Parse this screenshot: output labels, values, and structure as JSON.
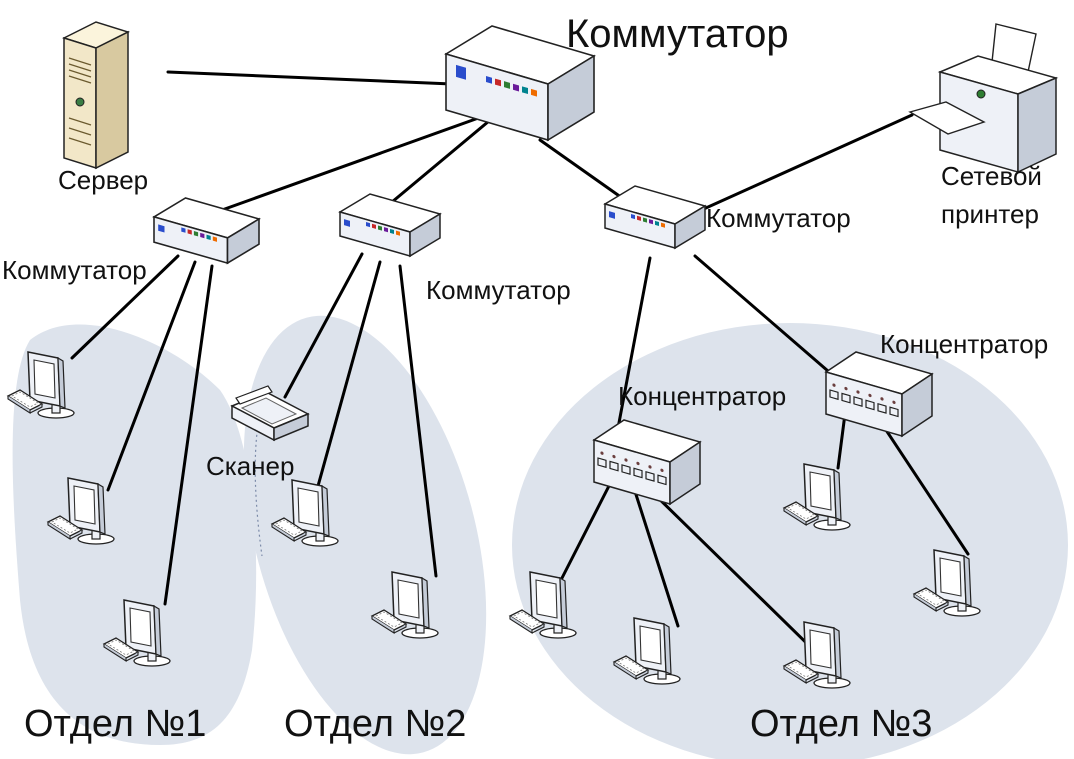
{
  "labels": {
    "main_switch": "Коммутатор",
    "server": "Сервер",
    "network_printer_line1": "Сетевой",
    "network_printer_line2": "принтер",
    "switch_left": "Коммутатор",
    "switch_middle": "Коммутатор",
    "switch_right": "Коммутатор",
    "hub_left": "Концентратор",
    "hub_right": "Концентратор",
    "scanner": "Сканер",
    "department1": "Отдел №1",
    "department2": "Отдел №2",
    "department3": "Отдел №3"
  },
  "colors": {
    "department_area": "#dde3ec",
    "cable": "#000000",
    "device_body": "#eef1f7",
    "device_side": "#c5ccd8",
    "server_body": "#f2e7c8",
    "screen": "#ffffff",
    "port_led_colors": [
      "#2a4dcc",
      "#c62828",
      "#2e7d32",
      "#6a1b9a",
      "#00838f",
      "#ef6c00"
    ]
  },
  "icons": {
    "server": "server-icon",
    "switch": "switch-icon",
    "hub": "hub-icon",
    "printer": "printer-icon",
    "scanner": "scanner-icon",
    "workstation": "workstation-icon"
  }
}
